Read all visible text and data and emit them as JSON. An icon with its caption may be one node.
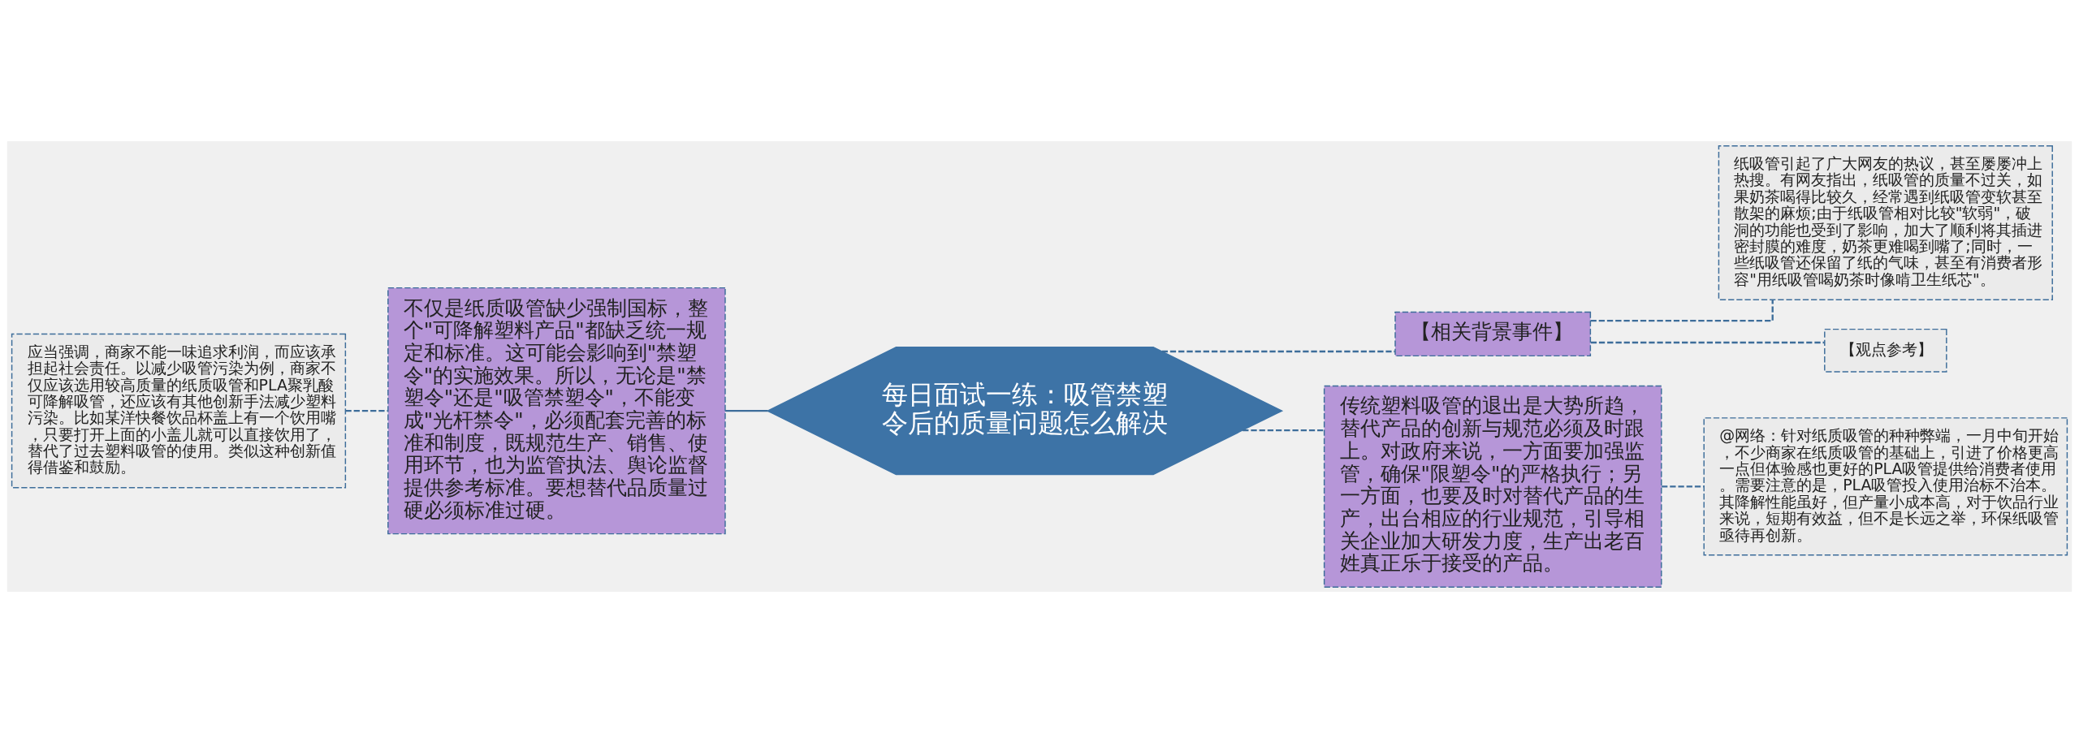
{
  "diagram": {
    "nodes": [
      {
        "text": [
          "每日面试一练：吸管禁塑令后的质量问题怎么解决"
        ]
      },
      {
        "text": [
          "不仅是纸质吸管缺少强制国标，整个\"可降解塑料产品\"都缺乏统一规定和标准。这可能会影响到\"禁塑令\"的实施效果。所以，无论是\"禁塑令\"还是\"吸管禁塑令\"，不能变成\"光杆禁令\"，必须配套完善的标准和制度，既规范生产、销售、使用环节，也为监管执法、舆论监督提供参考标准。要想替代品质量过硬必须标准过硬。"
        ]
      },
      {
        "text": [
          "应当强调，商家不能一味追求利润，而应该承担起社会责任。以减少吸管污染为例，商家不仅应该选用较高质量的纸质吸管和PLA聚乳酸可降解吸管，还应该有其他创新手法减少塑料污染。比如某洋快餐饮品杯盖上有一个饮用嘴，只要打开上面的小盖儿就可以直接饮用了，替代了过去塑料吸管的使用。类似这种创新值得借鉴和鼓励。"
        ]
      },
      {
        "text": [
          "【相关背景事件】"
        ]
      },
      {
        "text": [
          "纸吸管引起了广大网友的热议，甚至屡屡冲上热搜。有网友指出，纸吸管的质量不过关，如果奶茶喝得比较久，经常遇到纸吸管变软甚至散架的麻烦;由于纸吸管相对比较\"软弱\"，破洞的功能也受到了影响，加大了顺利将其插进密封膜的难度，奶茶更难喝到嘴了;同时，一些纸吸管还保留了纸的气味，甚至有消费者形容\"用纸吸管喝奶茶时像啃卫生纸芯\"。"
        ]
      },
      {
        "text": [
          "【观点参考】"
        ]
      },
      {
        "text": [
          "传统塑料吸管的退出是大势所趋，替代产品的创新与规范必须及时跟上。对政府来说，一方面要加强监管，确保\"限塑令\"的严格执行；另一方面，也要及时对替代产品的生产，出台相应的行业规范，引导相关企业加大研发力度，生产出老百姓真正乐于接受的产品。"
        ]
      },
      {
        "text": [
          "@网络：针对纸质吸管的种种弊端，一月中旬开始，不少商家在纸质吸管的基础上，引进了价格更高一点但体验感也更好的PLA吸管提供给消费者使用。需要注意的是，PLA吸管投入使用治标不治本。其降解性能虽好，但产量小成本高，对于饮品行业来说，短期有效益，但不是长远之举，环保纸吸管亟待再创新。"
        ]
      }
    ],
    "edges": [
      {
        "from": 0,
        "to": 1,
        "arrow": "none"
      },
      {
        "from": 1,
        "to": 2,
        "arrow": "none",
        "style": "dashed"
      },
      {
        "from": 0,
        "to": 3,
        "arrow": "none",
        "style": "dashed"
      },
      {
        "from": 3,
        "to": 4,
        "arrow": "none",
        "style": "dashed"
      },
      {
        "from": 3,
        "to": 5,
        "arrow": "none",
        "style": "dashed"
      },
      {
        "from": 0,
        "to": 6,
        "arrow": "none",
        "style": "dashed"
      },
      {
        "from": 6,
        "to": 7,
        "arrow": "none",
        "style": "dashed"
      }
    ]
  }
}
